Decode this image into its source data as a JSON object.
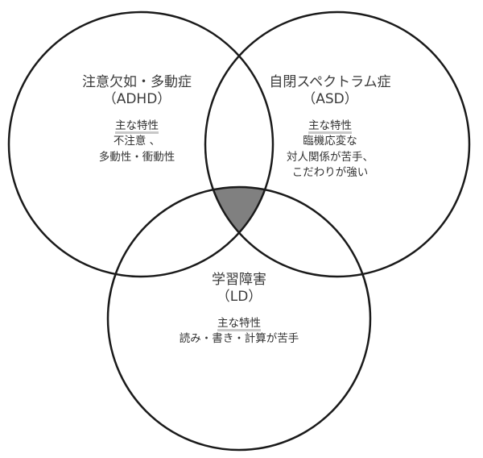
{
  "diagram": {
    "type": "venn",
    "colors": {
      "stroke": "#1a1a1a",
      "overlap_fill": "#808080",
      "background": "#ffffff"
    },
    "circles": [
      {
        "id": "adhd",
        "title": "注意欠如・多動症",
        "abbr": "（ADHD）",
        "feature_heading": "主な特性",
        "features": [
          "不注意 、",
          "多動性・衝動性"
        ]
      },
      {
        "id": "asd",
        "title": "自閉スペクトラム症",
        "abbr": "（ASD）",
        "feature_heading": "主な特性",
        "features": [
          "臨機応変な",
          "対人関係が苦手、",
          "こだわりが強い"
        ]
      },
      {
        "id": "ld",
        "title": "学習障害",
        "abbr": "（LD）",
        "feature_heading": "主な特性",
        "features": [
          "読み・書き・計算が苦手"
        ]
      }
    ],
    "overlap": {
      "description": "three-way intersection shaded gray"
    }
  }
}
